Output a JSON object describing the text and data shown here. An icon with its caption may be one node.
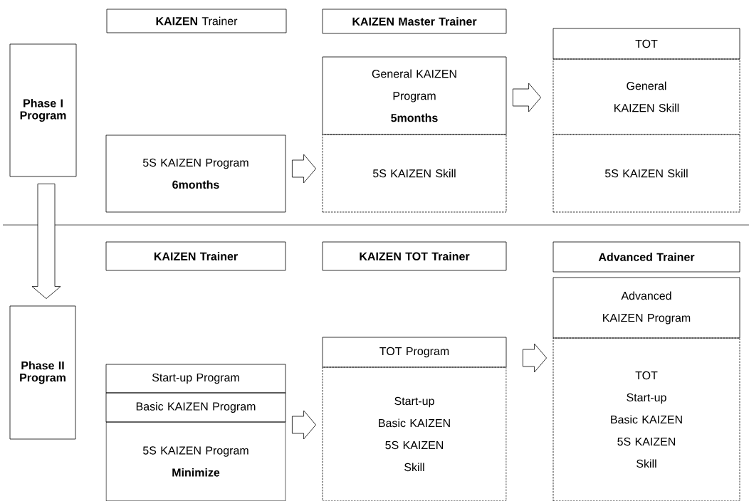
{
  "diagram": {
    "nodes": [
      {
        "text": [
          "Phase I Program"
        ]
      },
      {
        "text": [
          "**KAIZEN** Trainer"
        ]
      },
      {
        "text": [
          "KAIZEN Master Trainer"
        ]
      },
      {
        "text": [
          "TOT"
        ]
      },
      {
        "text": [
          "General KAIZEN Program",
          "5months"
        ]
      },
      {
        "text": [
          "General KAIZEN Skill"
        ]
      },
      {
        "text": [
          "5S KAIZEN Program",
          "6months"
        ]
      },
      {
        "text": [
          "5S KAIZEN Skill"
        ]
      },
      {
        "text": [
          "5S KAIZEN Skill"
        ]
      },
      {
        "text": [
          "KAIZEN Trainer"
        ]
      },
      {
        "text": [
          "KAIZEN TOT Trainer"
        ]
      },
      {
        "text": [
          "Advanced Trainer"
        ]
      },
      {
        "text": [
          "Phase II Program"
        ]
      },
      {
        "text": [
          "Advanced KAIZEN Program"
        ]
      },
      {
        "text": [
          "TOT Program"
        ]
      },
      {
        "text": [
          "Start-up Program"
        ]
      },
      {
        "text": [
          "Basic KAIZEN Program"
        ]
      },
      {
        "text": [
          "5S KAIZEN Program",
          "Minimize"
        ]
      },
      {
        "text": [
          "Start-up",
          "Basic KAIZEN",
          "5S KAIZEN",
          "Skill"
        ]
      },
      {
        "text": [
          "TOT",
          "Start-up",
          "Basic KAIZEN",
          "5S KAIZEN",
          "Skill"
        ]
      }
    ],
    "edges": [
      {
        "from": 6,
        "to": 7,
        "arrow": "to"
      },
      {
        "from": 4,
        "to": 5,
        "arrow": "to"
      },
      {
        "from": 0,
        "to": 12,
        "arrow": "to"
      },
      {
        "from": 17,
        "to": 18,
        "arrow": "to"
      },
      {
        "from": 14,
        "to": 19,
        "arrow": "to"
      }
    ]
  }
}
